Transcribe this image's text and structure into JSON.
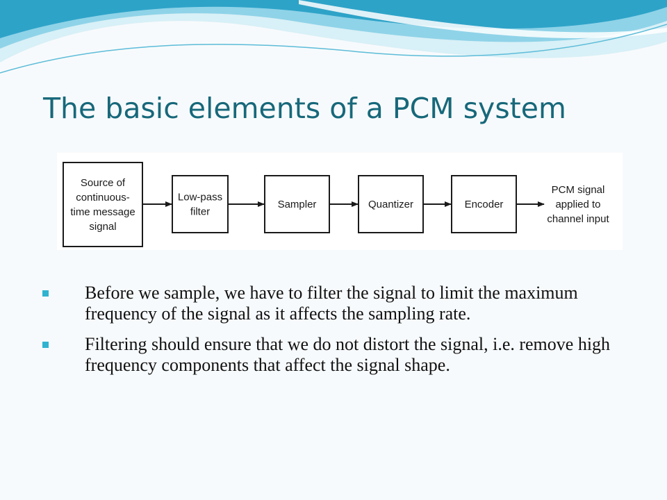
{
  "slide": {
    "title": "The basic elements of a PCM system"
  },
  "theme": {
    "title_color": "#17687a",
    "bullet_color": "#2fb3cf",
    "wave_colors": [
      "#2ea3c8",
      "#8fd3e8",
      "#d8f0f7"
    ]
  },
  "diagram": {
    "source": [
      "Source of",
      "continuous-",
      "time message",
      "signal"
    ],
    "blocks": [
      {
        "lines": [
          "Low-pass",
          "filter"
        ]
      },
      {
        "lines": [
          "Sampler"
        ]
      },
      {
        "lines": [
          "Quantizer"
        ]
      },
      {
        "lines": [
          "Encoder"
        ]
      }
    ],
    "output": [
      "PCM signal",
      "applied to",
      "channel input"
    ]
  },
  "bullets": [
    "Before we sample, we have to filter the signal to limit the maximum frequency of the signal as it affects the sampling rate.",
    "Filtering should ensure that we do not distort the signal, i.e. remove high frequency components that affect the signal shape."
  ]
}
